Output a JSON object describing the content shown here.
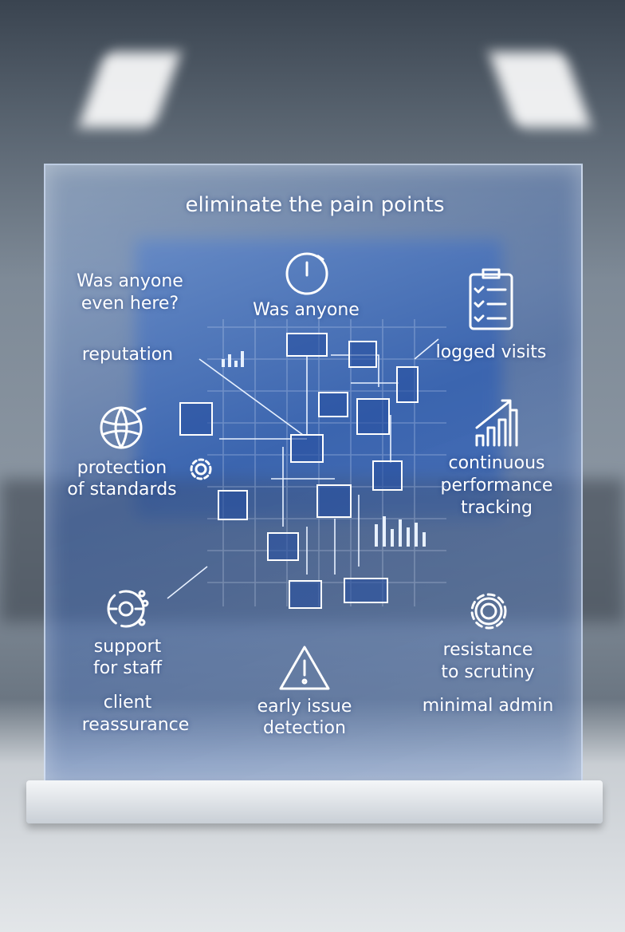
{
  "panel": {
    "title": "eliminate the pain points",
    "labels": {
      "was_anyone_here": [
        "Was anyone",
        "even here?"
      ],
      "reputation": "reputation",
      "was_anyone": "Was anyone",
      "logged_visits": "logged visits",
      "protection": [
        "protection",
        "of standards"
      ],
      "continuous": [
        "continuous",
        "performance",
        "tracking"
      ],
      "support": [
        "support",
        "for staff"
      ],
      "client": [
        "client",
        "reassurance"
      ],
      "early": [
        "early issue",
        "detection"
      ],
      "resistance": [
        "resistance",
        "to scrutiny"
      ],
      "minimal_admin": "minimal admin"
    },
    "icons": [
      "clock-icon",
      "clipboard-checklist-icon",
      "globe-icon",
      "gear-icon",
      "bar-chart-growth-icon",
      "target-icon",
      "warning-icon"
    ]
  },
  "colors": {
    "panel_tint": "#3c64af",
    "text": "#ffffff"
  }
}
